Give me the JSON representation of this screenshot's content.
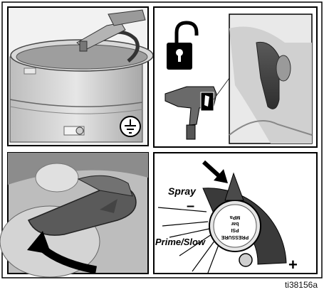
{
  "figure": {
    "panels": [
      {
        "id": "ground-pail",
        "icon": "ground-symbol-icon"
      },
      {
        "id": "unlock-trigger",
        "icons": [
          "unlocked-padlock-icon",
          "spray-gun-icon"
        ]
      },
      {
        "id": "turn-valve"
      },
      {
        "id": "pressure-control"
      }
    ],
    "labels": {
      "spray": "Spray",
      "prime_slow": "Prime/Slow",
      "minus": "–",
      "plus": "+",
      "knob_text": [
        "PRESSURE",
        "PSI",
        "bar",
        "MPa"
      ]
    },
    "reference": "ti38156a",
    "colors": {
      "dark": "#3c3c3c",
      "mid": "#8a8a8a",
      "light": "#d2d2d2",
      "frame": "#000000"
    }
  }
}
